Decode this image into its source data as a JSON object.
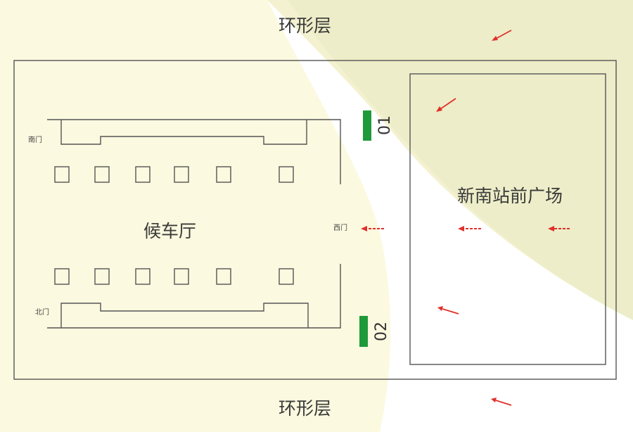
{
  "labels": {
    "ring_top": "环形层",
    "ring_bottom": "环形层",
    "waiting_hall": "候车厅",
    "plaza": "新南站前广场",
    "south_gate": "南门",
    "north_gate": "北门",
    "west_gate": "西门",
    "marker_01": "01",
    "marker_02": "02"
  },
  "colors": {
    "zone_light": "#fbf9df",
    "zone_mid": "#f3f1cf",
    "zone_dark": "#e9ebc4",
    "line": "#555555",
    "marker": "#1e9a3a",
    "arrow": "#e0302a"
  }
}
